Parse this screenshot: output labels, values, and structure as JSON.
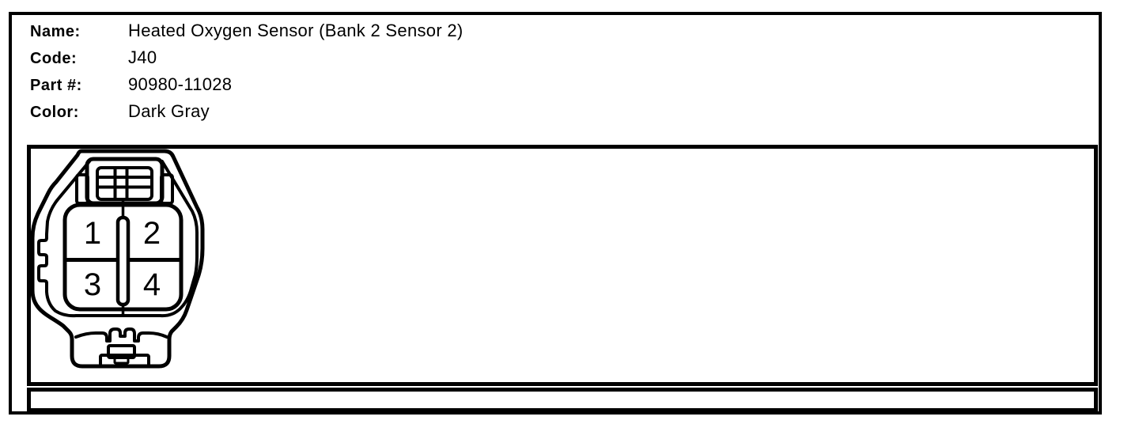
{
  "header": {
    "fields": [
      {
        "label": "Name:",
        "value": "Heated Oxygen Sensor (Bank 2 Sensor 2)"
      },
      {
        "label": "Code:",
        "value": "J40"
      },
      {
        "label": "Part #:",
        "value": "90980-11028"
      },
      {
        "label": "Color:",
        "value": "Dark Gray"
      }
    ]
  },
  "connector": {
    "pins": [
      "1",
      "2",
      "3",
      "4"
    ],
    "line_color": "#000000",
    "background_color": "#ffffff"
  }
}
